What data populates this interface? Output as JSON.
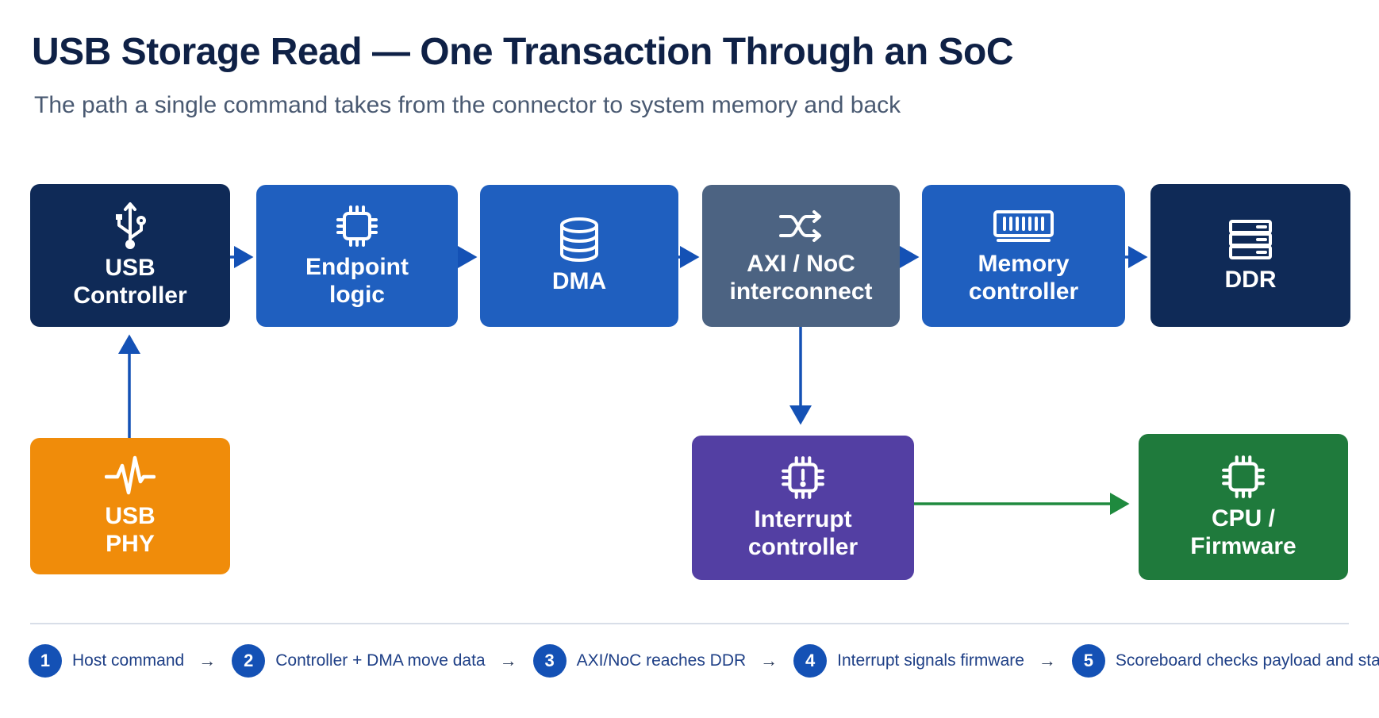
{
  "title": "USB Storage Read — One Transaction Through an SoC",
  "subtitle": "The path a single command takes from the connector to system memory and back",
  "blocks": {
    "usb_controller": {
      "label": "USB\nController",
      "icon": "usb-icon",
      "color": "#0f2a57"
    },
    "endpoint_logic": {
      "label": "Endpoint\nlogic",
      "icon": "chip-icon",
      "color": "#1f5fbf"
    },
    "dma": {
      "label": "DMA",
      "icon": "database-icon",
      "color": "#1f5fbf"
    },
    "interconnect": {
      "label": "AXI / NoC\ninterconnect",
      "icon": "shuffle-icon",
      "color": "#4c6382"
    },
    "memory_controller": {
      "label": "Memory\ncontroller",
      "icon": "memory-module-icon",
      "color": "#1f5fbf"
    },
    "ddr": {
      "label": "DDR",
      "icon": "server-icon",
      "color": "#0f2a57"
    },
    "usb_phy": {
      "label": "USB\nPHY",
      "icon": "waveform-icon",
      "color": "#f08c0a"
    },
    "interrupt_controller": {
      "label": "Interrupt\ncontroller",
      "icon": "chip-alert-icon",
      "color": "#533fa3"
    },
    "cpu_firmware": {
      "label": "CPU /\nFirmware",
      "icon": "chip-icon",
      "color": "#1f7a3c"
    }
  },
  "arrow_colors": {
    "data_path": "#1451b5",
    "interrupt_path": "#1f8a3e"
  },
  "steps": [
    {
      "num": "1",
      "text": "Host command"
    },
    {
      "num": "2",
      "text": "Controller + DMA move data"
    },
    {
      "num": "3",
      "text": "AXI/NoC reaches DDR"
    },
    {
      "num": "4",
      "text": "Interrupt signals firmware"
    },
    {
      "num": "5",
      "text": "Scoreboard checks payload and status"
    }
  ],
  "step_separator": "→"
}
